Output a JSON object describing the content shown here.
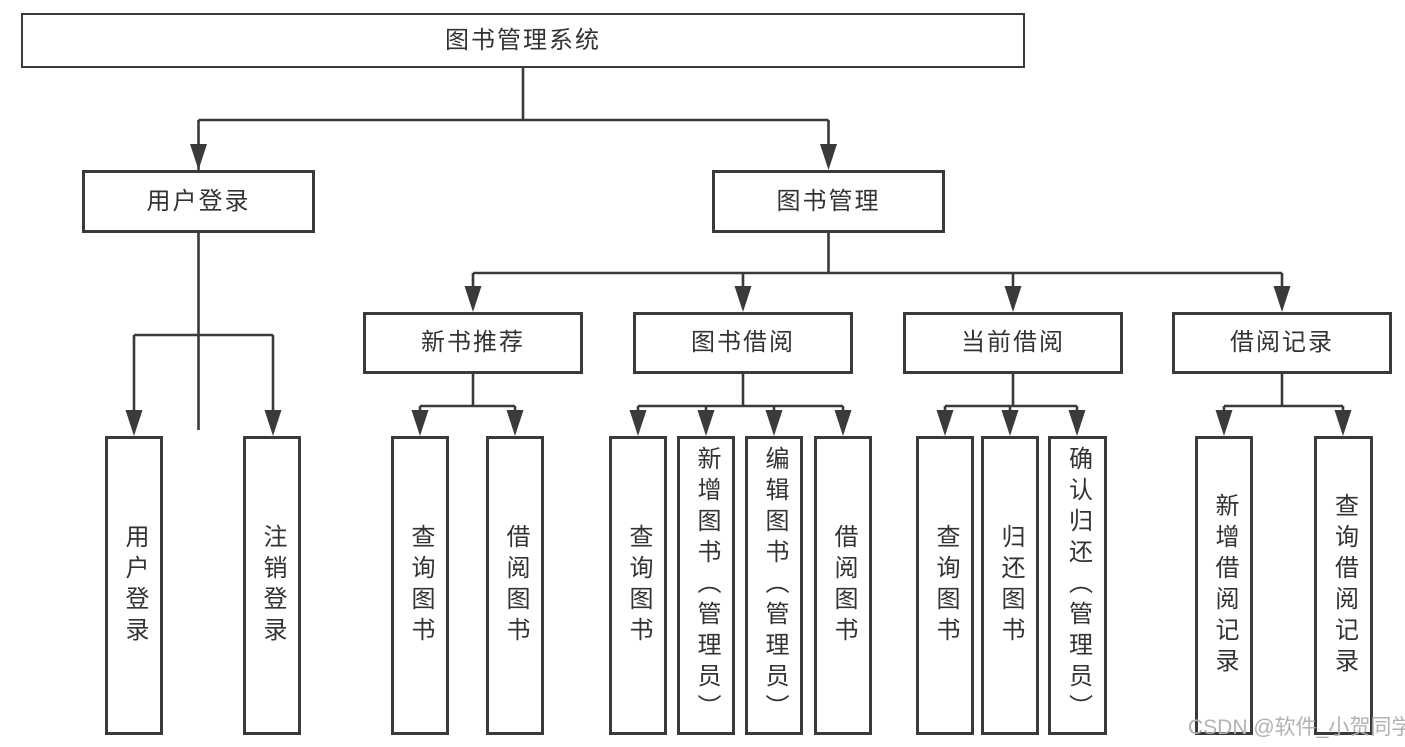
{
  "diagram": {
    "root": {
      "label": "图书管理系统",
      "children": [
        {
          "label": "用户登录",
          "children": [
            {
              "label": "用户登录"
            },
            {
              "label": "注销登录"
            }
          ]
        },
        {
          "label": "图书管理",
          "children": [
            {
              "label": "新书推荐",
              "children": [
                {
                  "label": "查询图书"
                },
                {
                  "label": "借阅图书"
                }
              ]
            },
            {
              "label": "图书借阅",
              "children": [
                {
                  "label": "查询图书"
                },
                {
                  "label": "新增图书（管理员）"
                },
                {
                  "label": "编辑图书（管理员）"
                },
                {
                  "label": "借阅图书"
                }
              ]
            },
            {
              "label": "当前借阅",
              "children": [
                {
                  "label": "查询图书"
                },
                {
                  "label": "归还图书"
                },
                {
                  "label": "确认归还（管理员）"
                }
              ]
            },
            {
              "label": "借阅记录",
              "children": [
                {
                  "label": "新增借阅记录"
                },
                {
                  "label": "查询借阅记录"
                }
              ]
            }
          ]
        }
      ]
    },
    "watermark": "CSDN @软件_小贺同学",
    "colors": {
      "line": "#3a3a3a",
      "text": "#333333",
      "watermark": "#b2b2b2",
      "background": "#ffffff"
    }
  }
}
